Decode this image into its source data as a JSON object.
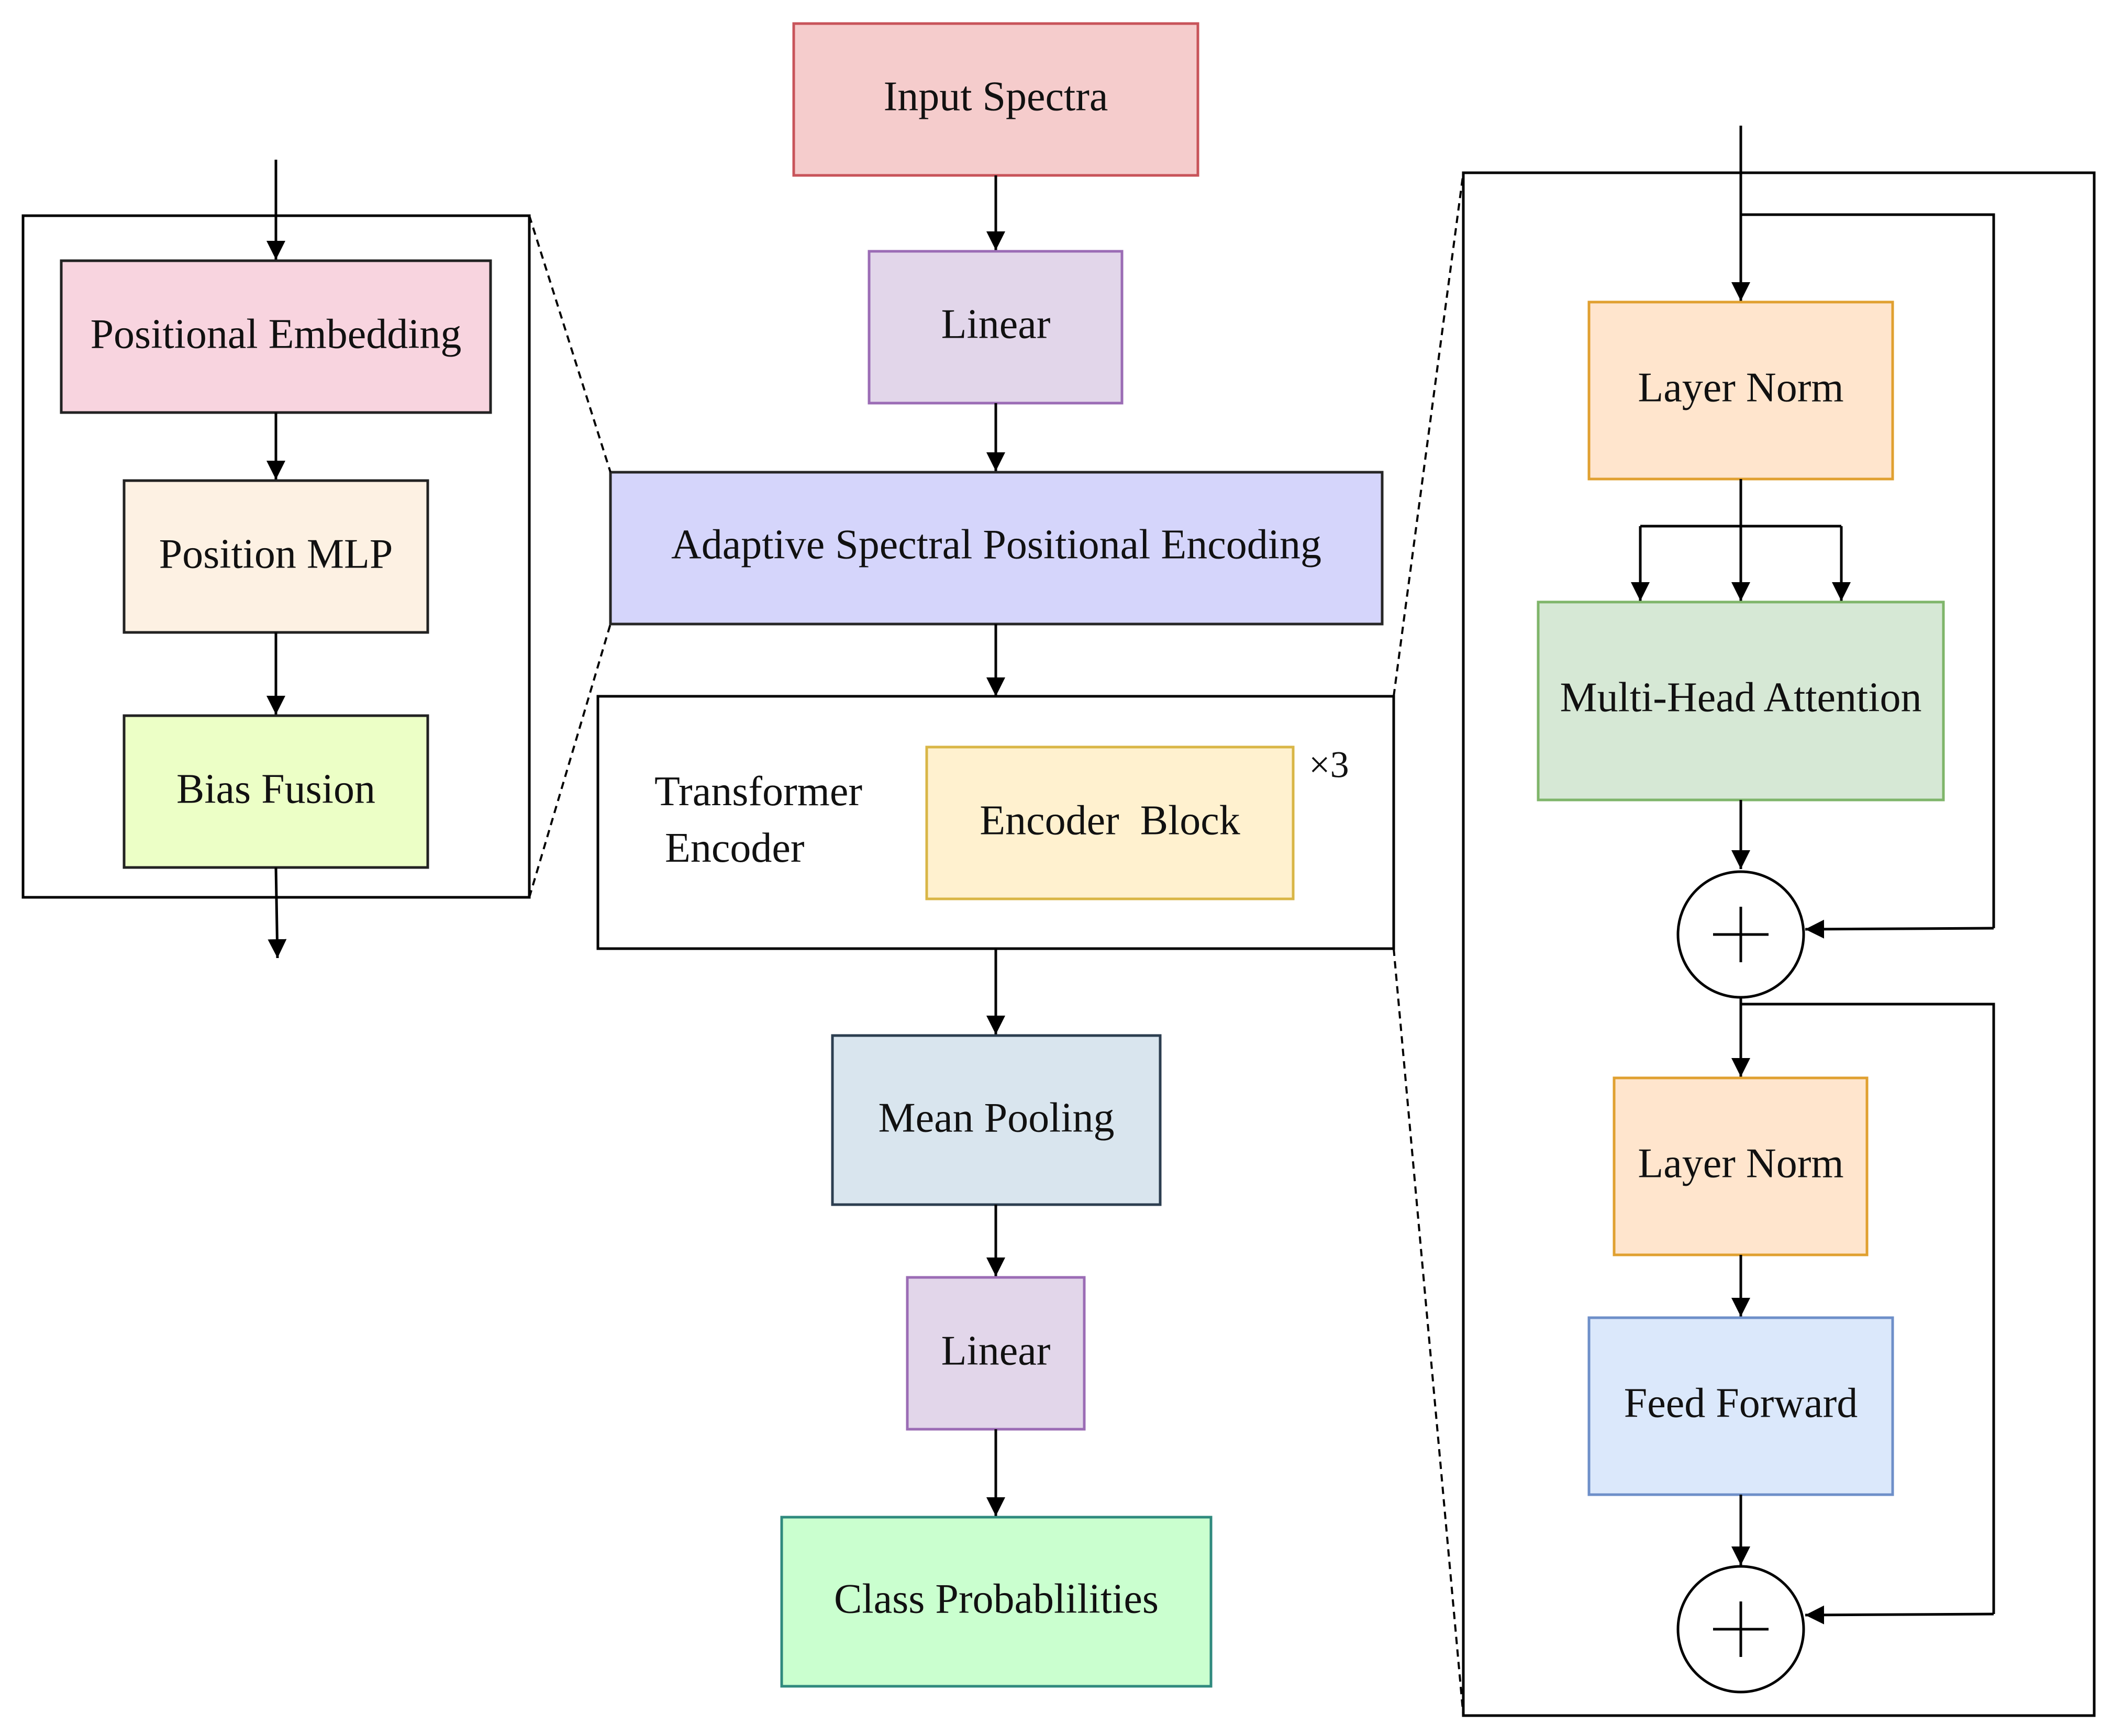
{
  "center": {
    "input_spectra": "Input Spectra",
    "linear_top": "Linear",
    "aspe": "Adaptive Spectral Positional Encoding",
    "transformer_encoder": [
      "Transformer",
      "Encoder"
    ],
    "encoder_block": "Encoder  Block",
    "repeat": "×3",
    "mean_pooling": "Mean Pooling",
    "linear_bottom": "Linear",
    "class_probabilities": "Class Probablilities"
  },
  "left_detail": {
    "positional_embedding": "Positional Embedding",
    "position_mlp": "Position MLP",
    "bias_fusion": "Bias Fusion"
  },
  "right_detail": {
    "layer_norm_1": "Layer Norm",
    "multi_head_attention": "Multi-Head Attention",
    "layer_norm_2": "Layer Norm",
    "feed_forward": "Feed Forward"
  },
  "colors": {
    "input_spectra": {
      "fill": "#f5cccc",
      "stroke": "#c8545a"
    },
    "linear": {
      "fill": "#e2d6ea",
      "stroke": "#9b6cb5"
    },
    "aspe": {
      "fill": "#d5d5fb",
      "stroke": "#262626"
    },
    "encoder_block": {
      "fill": "#fff1cf",
      "stroke": "#d9b646"
    },
    "mean_pooling": {
      "fill": "#d9e5ee",
      "stroke": "#2c3e50"
    },
    "class_probabilities": {
      "fill": "#caffcf",
      "stroke": "#2f8a7e"
    },
    "positional_embedding": {
      "fill": "#f8d4df",
      "stroke": "#222222"
    },
    "position_mlp": {
      "fill": "#fdf1e3",
      "stroke": "#222222"
    },
    "bias_fusion": {
      "fill": "#ecffc6",
      "stroke": "#222222"
    },
    "layer_norm": {
      "fill": "#ffe5cd",
      "stroke": "#e0a030"
    },
    "multi_head_attention": {
      "fill": "#d6e8d5",
      "stroke": "#7fb56a"
    },
    "feed_forward": {
      "fill": "#dbe8fb",
      "stroke": "#6e8fc9"
    }
  }
}
